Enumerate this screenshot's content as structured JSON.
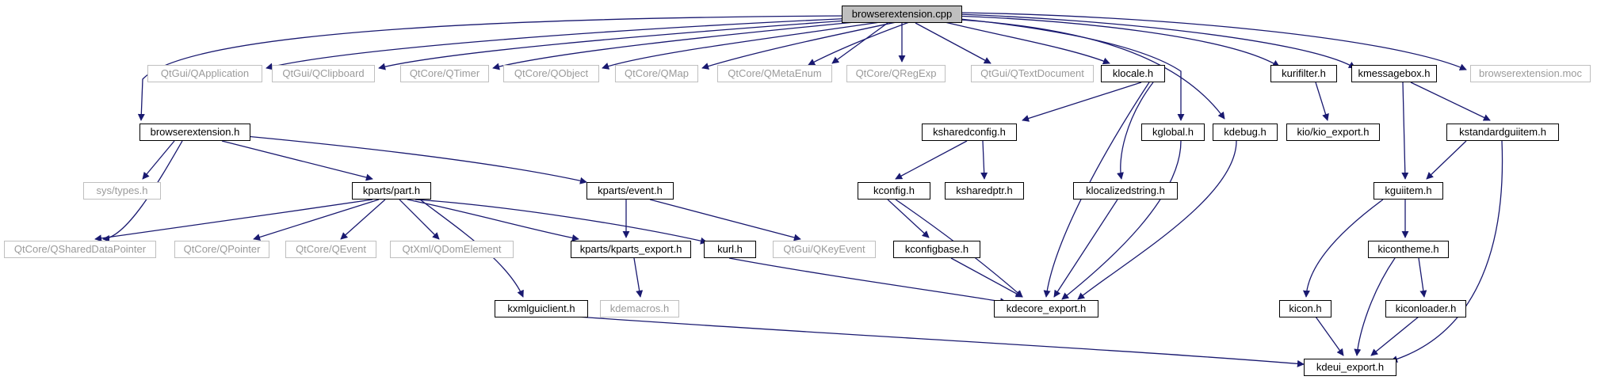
{
  "graph": {
    "edge_color": "#191970",
    "local_border": "#000000",
    "external_border": "#bfbfbf",
    "external_text": "#9a9a9a",
    "root_fill": "#bfbfbf",
    "nodes": {
      "root": "browserextension.cpp",
      "qapplication": "QtGui/QApplication",
      "qclipboard": "QtGui/QClipboard",
      "qtimer": "QtCore/QTimer",
      "qobject": "QtCore/QObject",
      "qmap": "QtCore/QMap",
      "qmetaenum": "QtCore/QMetaEnum",
      "qregexp": "QtCore/QRegExp",
      "qtextdocument": "QtGui/QTextDocument",
      "klocale": "klocale.h",
      "kurifilter": "kurifilter.h",
      "kmessagebox": "kmessagebox.h",
      "moc": "browserextension.moc",
      "browserextension_h": "browserextension.h",
      "ksharedconfig": "ksharedconfig.h",
      "kglobal": "kglobal.h",
      "kdebug": "kdebug.h",
      "kio_export": "kio/kio_export.h",
      "kstandardguiitem": "kstandardguiitem.h",
      "systypes": "sys/types.h",
      "kparts_part": "kparts/part.h",
      "kparts_event": "kparts/event.h",
      "kconfig": "kconfig.h",
      "ksharedptr": "ksharedptr.h",
      "klocalizedstring": "klocalizedstring.h",
      "kguiitem": "kguiitem.h",
      "qshareddatapointer": "QtCore/QSharedDataPointer",
      "qpointer": "QtCore/QPointer",
      "qevent": "QtCore/QEvent",
      "qdomelement": "QtXml/QDomElement",
      "kparts_export": "kparts/kparts_export.h",
      "kurl": "kurl.h",
      "qkeyevent": "QtGui/QKeyEvent",
      "kconfigbase": "kconfigbase.h",
      "kicontheme": "kicontheme.h",
      "kdemacros": "kdemacros.h",
      "kxmlguiclient": "kxmlguiclient.h",
      "kdecore_export": "kdecore_export.h",
      "kicon": "kicon.h",
      "kiconloader": "kiconloader.h",
      "kdeui_export": "kdeui_export.h"
    }
  }
}
